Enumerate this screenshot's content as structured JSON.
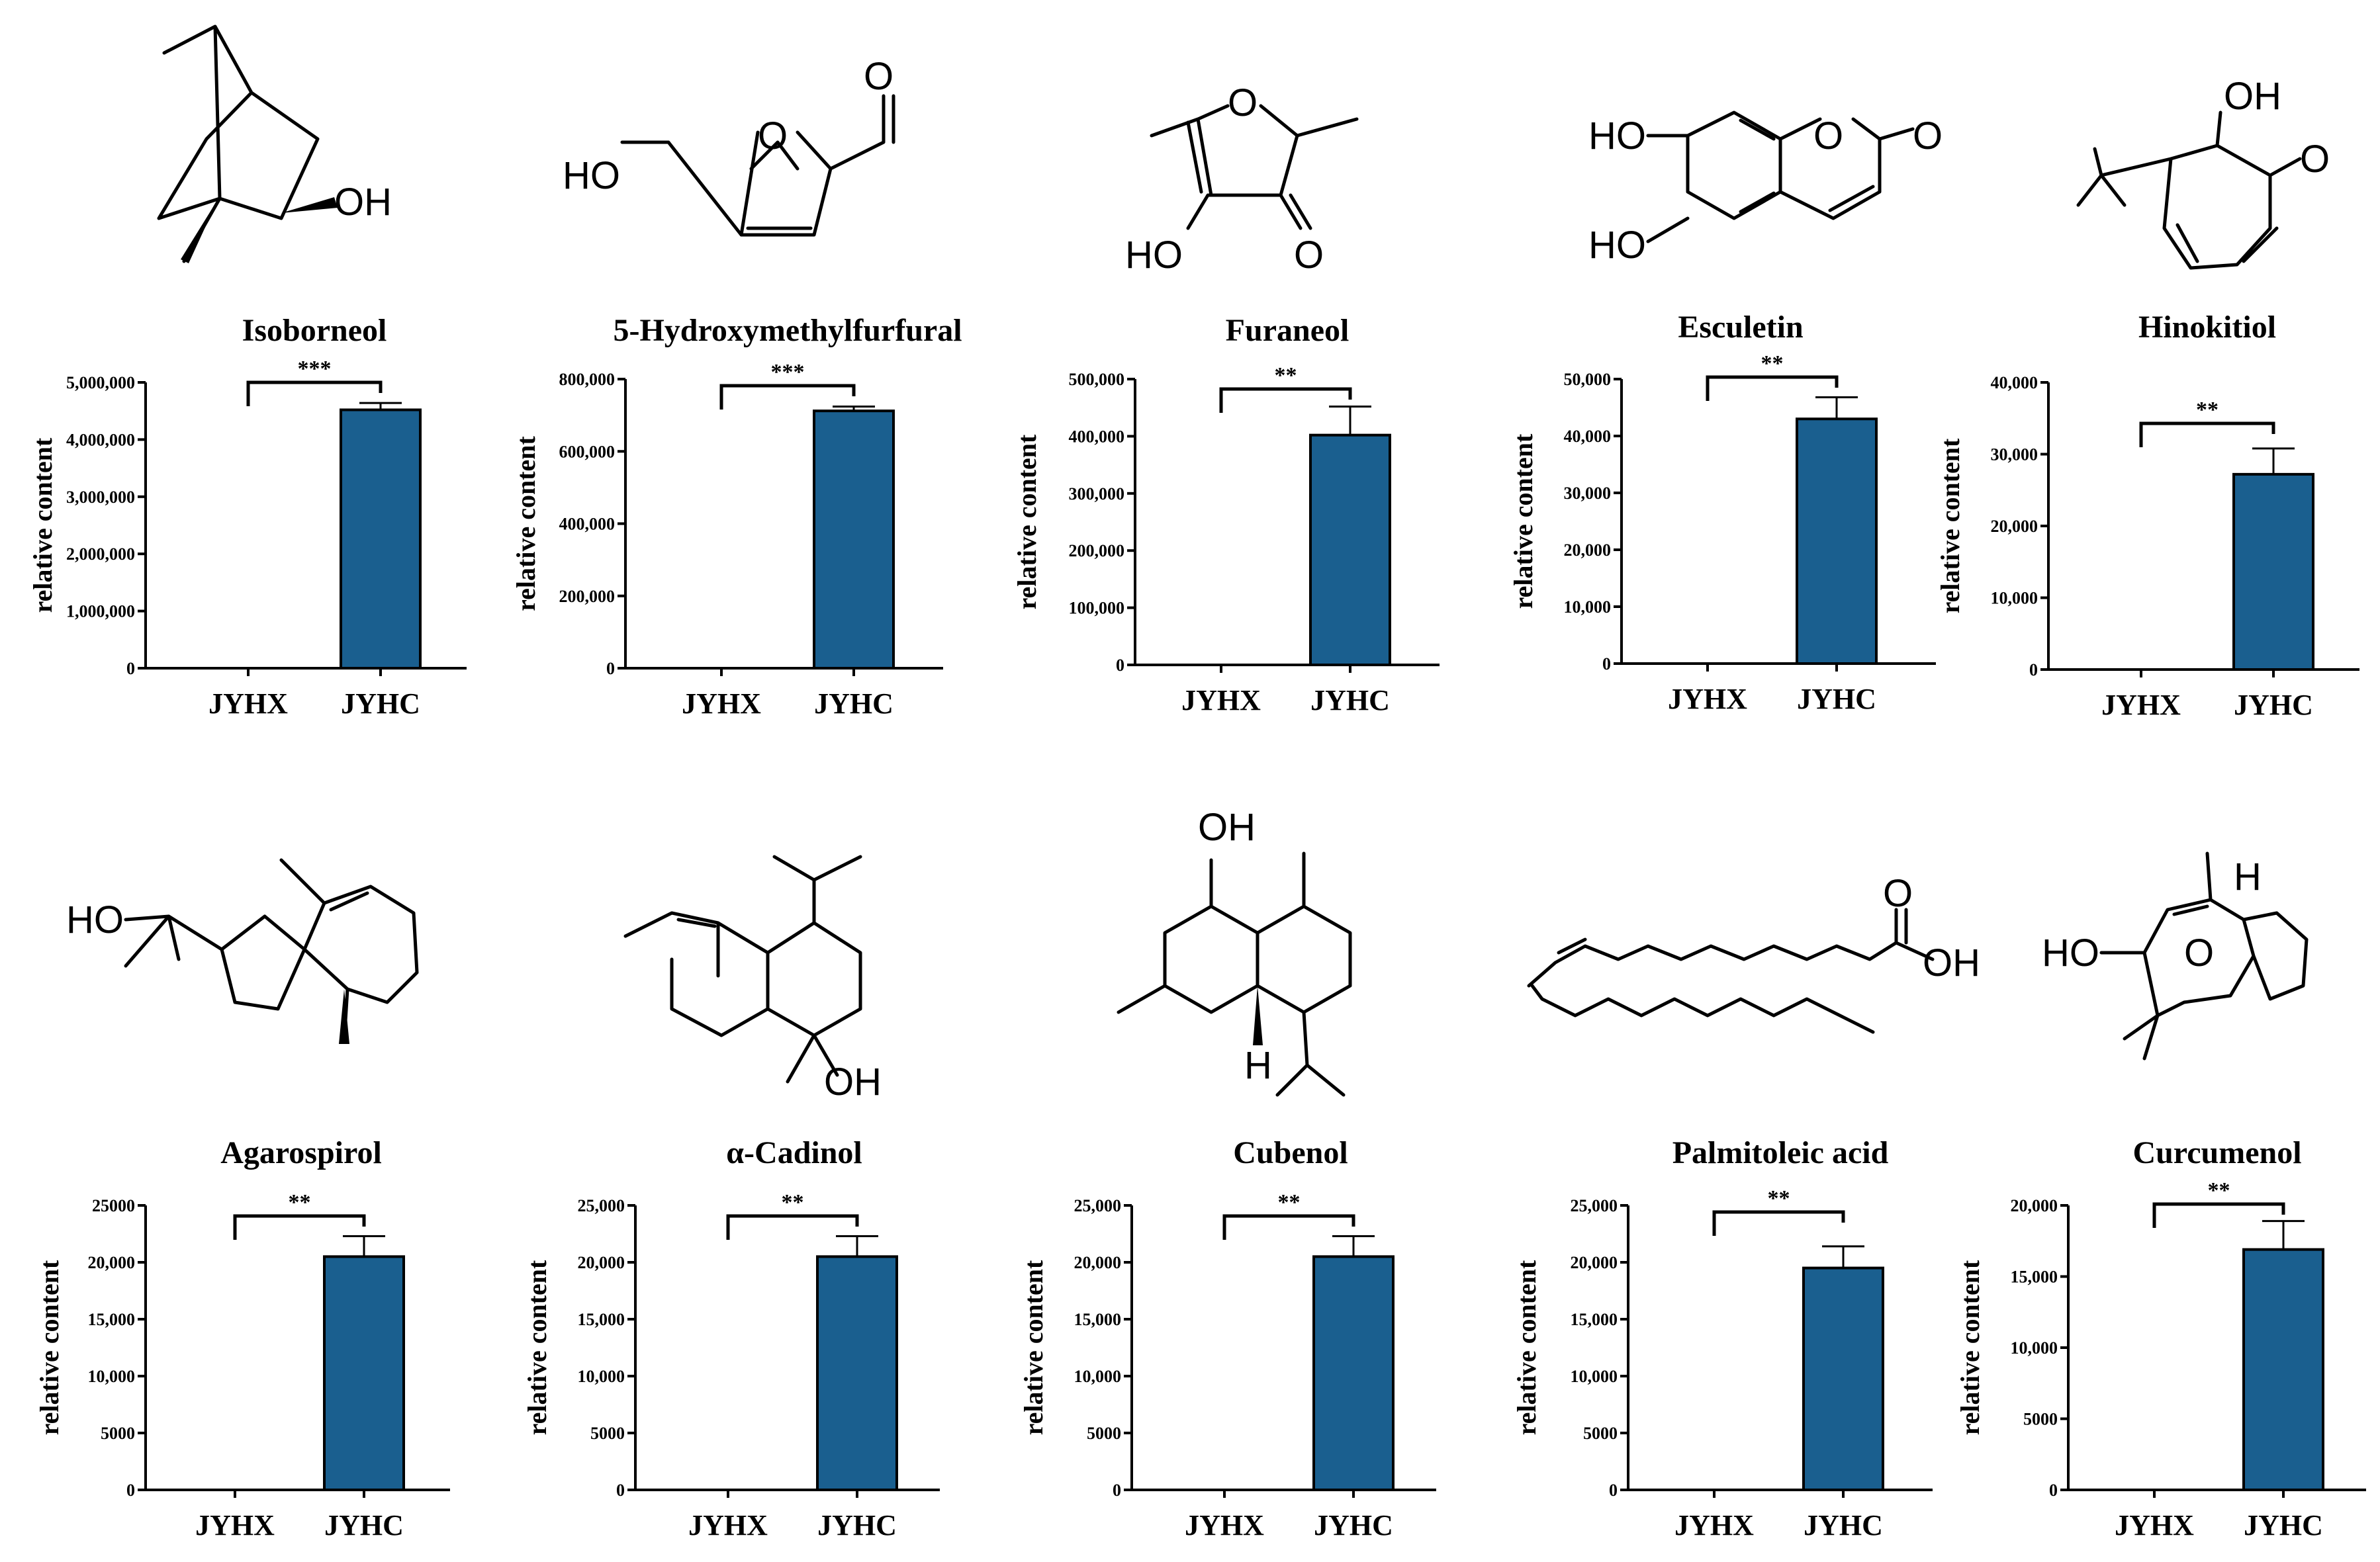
{
  "colors": {
    "bar": "#1a5f8f",
    "axis": "#000000"
  },
  "chart_data": [
    {
      "type": "bar",
      "title": "Isoborneol",
      "ylabel": "relative content",
      "categories": [
        "JYHX",
        "JYHC"
      ],
      "values": [
        0,
        4520000
      ],
      "errors": [
        0,
        120000
      ],
      "ylim": [
        0,
        5000000
      ],
      "yticks": [
        "0",
        "1,000,000",
        "2,000,000",
        "3,000,000",
        "4,000,000",
        "5,000,000"
      ],
      "significance": "***"
    },
    {
      "type": "bar",
      "title": "5-Hydroxymethylfurfural",
      "ylabel": "relative content",
      "categories": [
        "JYHX",
        "JYHC"
      ],
      "values": [
        0,
        712000
      ],
      "errors": [
        0,
        12000
      ],
      "ylim": [
        0,
        800000
      ],
      "yticks": [
        "0",
        "200,000",
        "400,000",
        "600,000",
        "800,000"
      ],
      "significance": "***"
    },
    {
      "type": "bar",
      "title": "Furaneol",
      "ylabel": "relative content",
      "categories": [
        "JYHX",
        "JYHC"
      ],
      "values": [
        0,
        402000
      ],
      "errors": [
        0,
        50000
      ],
      "ylim": [
        0,
        500000
      ],
      "yticks": [
        "0",
        "100,000",
        "200,000",
        "300,000",
        "400,000",
        "500,000"
      ],
      "significance": "**"
    },
    {
      "type": "bar",
      "title": "Esculetin",
      "ylabel": "relative content",
      "categories": [
        "JYHX",
        "JYHC"
      ],
      "values": [
        0,
        43000
      ],
      "errors": [
        0,
        3800
      ],
      "ylim": [
        0,
        50000
      ],
      "yticks": [
        "0",
        "10,000",
        "20,000",
        "30,000",
        "40,000",
        "50,000"
      ],
      "significance": "**"
    },
    {
      "type": "bar",
      "title": "Hinokitiol",
      "ylabel": "relative content",
      "categories": [
        "JYHX",
        "JYHC"
      ],
      "values": [
        0,
        27200
      ],
      "errors": [
        0,
        3600
      ],
      "ylim": [
        0,
        40000
      ],
      "yticks": [
        "0",
        "10,000",
        "20,000",
        "30,000",
        "40,000"
      ],
      "significance": "**"
    },
    {
      "type": "bar",
      "title": "Agarospirol",
      "ylabel": "relative content",
      "categories": [
        "JYHX",
        "JYHC"
      ],
      "values": [
        0,
        20500
      ],
      "errors": [
        0,
        1800
      ],
      "ylim": [
        0,
        25000
      ],
      "yticks": [
        "0",
        "5000",
        "10,000",
        "15,000",
        "20,000",
        "25000"
      ],
      "significance": "**"
    },
    {
      "type": "bar",
      "title": "α-Cadinol",
      "ylabel": "relative content",
      "categories": [
        "JYHX",
        "JYHC"
      ],
      "values": [
        0,
        20500
      ],
      "errors": [
        0,
        1800
      ],
      "ylim": [
        0,
        25000
      ],
      "yticks": [
        "0",
        "5000",
        "10,000",
        "15,000",
        "20,000",
        "25,000"
      ],
      "significance": "**"
    },
    {
      "type": "bar",
      "title": "Cubenol",
      "ylabel": "relative content",
      "categories": [
        "JYHX",
        "JYHC"
      ],
      "values": [
        0,
        20500
      ],
      "errors": [
        0,
        1800
      ],
      "ylim": [
        0,
        25000
      ],
      "yticks": [
        "0",
        "5000",
        "10,000",
        "15,000",
        "20,000",
        "25,000"
      ],
      "significance": "**"
    },
    {
      "type": "bar",
      "title": "Palmitoleic acid",
      "ylabel": "relative content",
      "categories": [
        "JYHX",
        "JYHC"
      ],
      "values": [
        0,
        19500
      ],
      "errors": [
        0,
        1900
      ],
      "ylim": [
        0,
        25000
      ],
      "yticks": [
        "0",
        "5000",
        "10,000",
        "15,000",
        "20,000",
        "25,000"
      ],
      "significance": "**"
    },
    {
      "type": "bar",
      "title": "Curcumenol",
      "ylabel": "relative content",
      "categories": [
        "JYHX",
        "JYHC"
      ],
      "values": [
        0,
        16900
      ],
      "errors": [
        0,
        2000
      ],
      "ylim": [
        0,
        20000
      ],
      "yticks": [
        "0",
        "5000",
        "10,000",
        "15,000",
        "20,000"
      ],
      "significance": "**"
    }
  ],
  "structure_labels": {
    "isoborneol": [
      "OH"
    ],
    "hmf": [
      "HO",
      "O",
      "O"
    ],
    "furaneol": [
      "O",
      "HO",
      "O"
    ],
    "esculetin": [
      "HO",
      "HO",
      "O",
      "O"
    ],
    "hinokitiol": [
      "OH",
      "O"
    ],
    "agarospirol": [
      "HO"
    ],
    "cadinol": [
      "OH"
    ],
    "cubenol": [
      "OH",
      "H"
    ],
    "palmitoleic": [
      "O",
      "OH"
    ],
    "curcumenol": [
      "HO",
      "O",
      "H"
    ]
  }
}
